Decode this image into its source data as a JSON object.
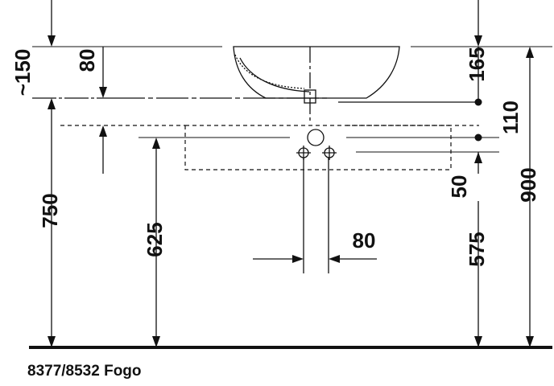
{
  "caption": "8377/8532 Fogo",
  "dimensions": {
    "approx_150": "~150",
    "d80_top": "80",
    "d165": "165",
    "d110": "110",
    "d900": "900",
    "d750": "750",
    "d625": "625",
    "d50": "50",
    "d575": "575",
    "d80_waste": "80"
  },
  "colors": {
    "ink": "#111111",
    "background": "#ffffff"
  }
}
